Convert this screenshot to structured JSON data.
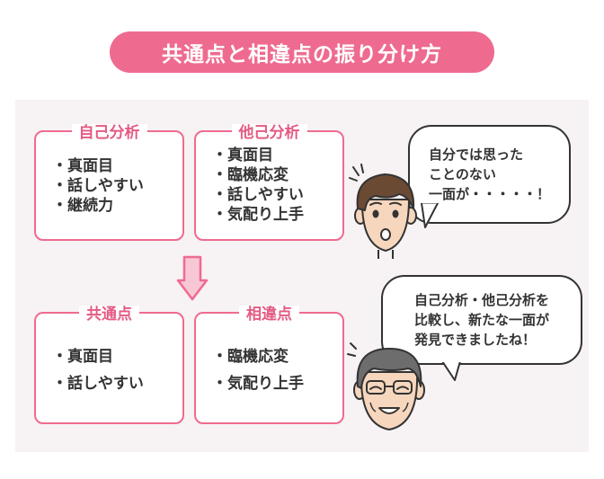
{
  "title": "共通点と相違点の振り分け方",
  "self_analysis": {
    "title": "自己分析",
    "items": [
      "真面目",
      "話しやすい",
      "継続力"
    ]
  },
  "other_analysis": {
    "title": "他己分析",
    "items": [
      "真面目",
      "臨機応変",
      "話しやすい",
      "気配り上手"
    ]
  },
  "common": {
    "title": "共通点",
    "items": [
      "真面目",
      "話しやすい"
    ]
  },
  "different": {
    "title": "相違点",
    "items": [
      "臨機応変",
      "気配り上手"
    ]
  },
  "bubble_top": "自分では思った\nことのない\n一面が・・・・・！",
  "bubble_bottom": "自己分析・他己分析を\n比較し、新たな一面が\n発見できましたね！",
  "colors": {
    "accent": "#ee6b8f",
    "panel": "#f7f2f3"
  }
}
